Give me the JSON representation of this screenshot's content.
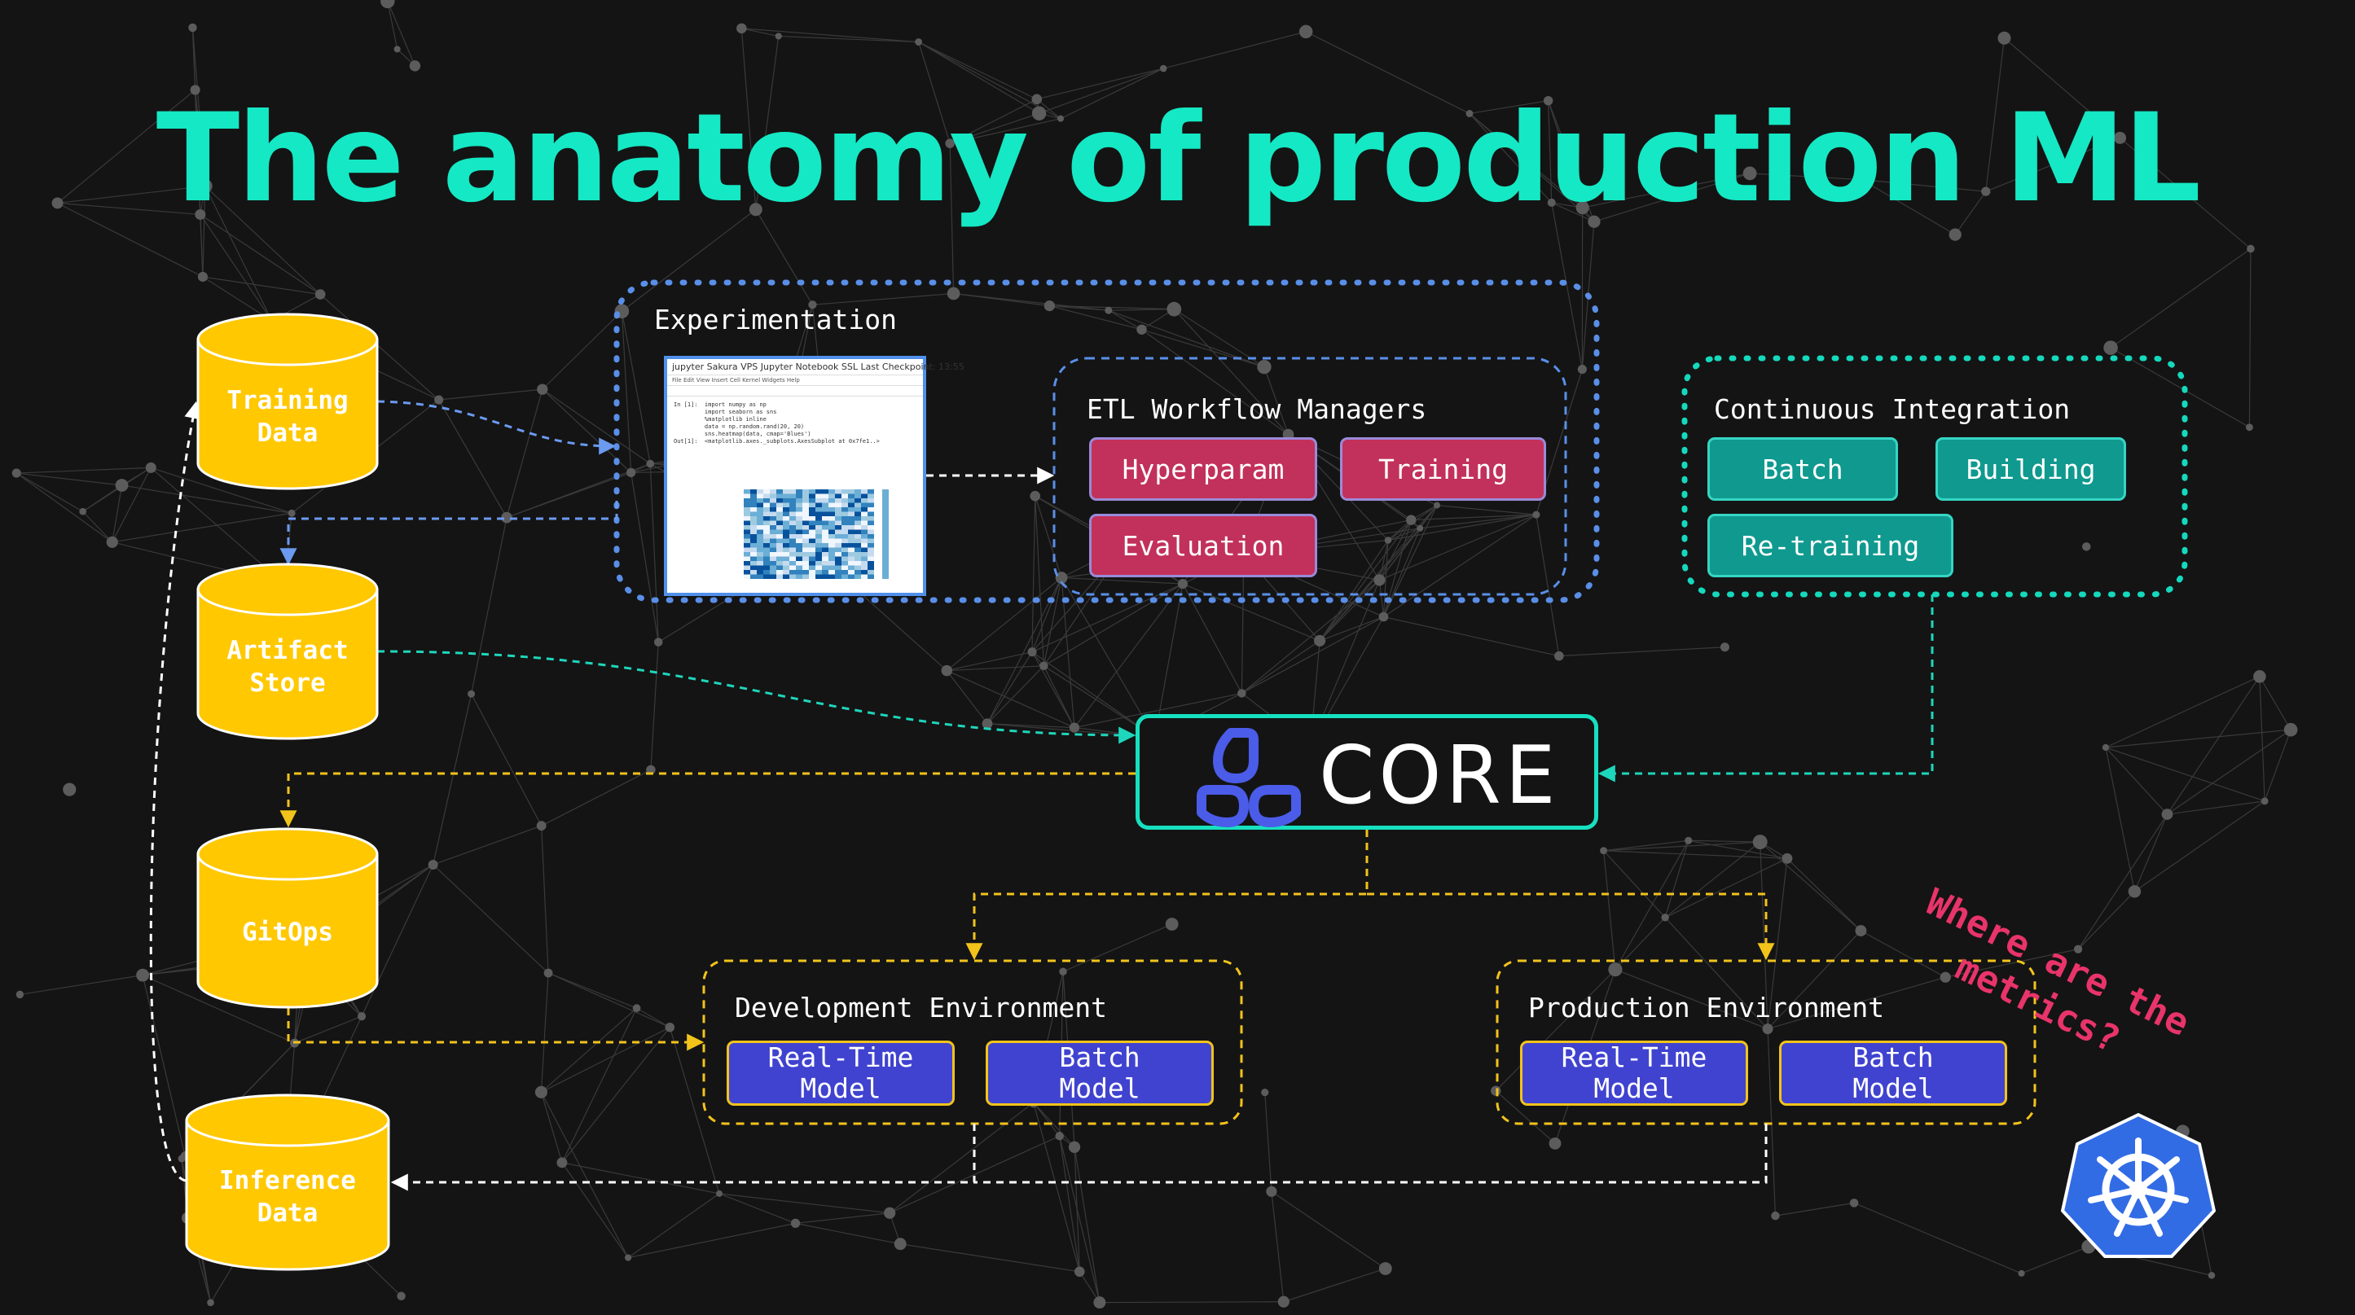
{
  "title": "The anatomy of production ML",
  "stores": {
    "training": [
      "Training",
      "Data"
    ],
    "artifact": [
      "Artifact",
      "Store"
    ],
    "gitops": [
      "GitOps"
    ],
    "inference": [
      "Inference",
      "Data"
    ]
  },
  "experimentation": {
    "label": "Experimentation",
    "notebook": {
      "header": "jupyter  Sakura VPS Jupyter Notebook SSL  Last Checkpoint: 13:55",
      "menu": "File   Edit   View   Insert   Cell   Kernel   Widgets   Help",
      "code": "In [1]:  import numpy as np\n         import seaborn as sns\n         %matplotlib inline\n         data = np.random.rand(20, 20)\n         sns.heatmap(data, cmap='Blues')\nOut[1]:  <matplotlib.axes._subplots.AxesSubplot at 0x7fe1..>"
    }
  },
  "etl": {
    "label": "ETL Workflow Managers",
    "items": [
      "Hyperparam",
      "Training",
      "Evaluation"
    ]
  },
  "ci": {
    "label": "Continuous Integration",
    "items": [
      "Batch",
      "Building",
      "Re-training"
    ]
  },
  "core": {
    "label": "CORE"
  },
  "dev_env": {
    "label": "Development Environment",
    "items": [
      [
        "Real-Time",
        "Model"
      ],
      [
        "Batch",
        "Model"
      ]
    ]
  },
  "prod_env": {
    "label": "Production Environment",
    "items": [
      [
        "Real-Time",
        "Model"
      ],
      [
        "Batch",
        "Model"
      ]
    ]
  },
  "annotation": [
    "Where are the",
    "metrics?"
  ],
  "colors": {
    "accent": "#15e8c4",
    "cylinder": "#ffc800",
    "etl_pill": "#c2315b",
    "ci_pill": "#10998f",
    "model_pill": "#4043cf",
    "experiment_border": "#5a8fe8",
    "yellow_lines": "#f2c31b",
    "annotation": "#e8346a",
    "kubernetes": "#326ce5"
  },
  "icons": [
    "core-logo-icon",
    "kubernetes-icon",
    "jupyter-heatmap-thumbnail"
  ]
}
